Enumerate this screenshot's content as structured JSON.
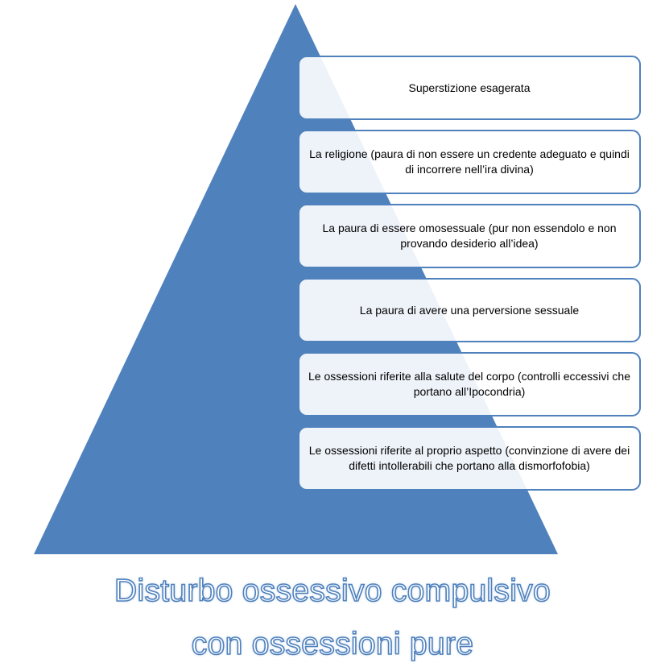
{
  "colors": {
    "triangle": "#4F81BD",
    "box_border": "#4F81BD"
  },
  "levels": [
    "Superstizione esagerata",
    "La religione (paura di non essere un credente adeguato e quindi di incorrere nell’ira divina)",
    "La paura di essere omosessuale (pur non essendolo e non provando desiderio all’idea)",
    "La paura di avere una perversione sessuale",
    "Le ossessioni riferite alla salute del corpo (controlli eccessivi che portano all’Ipocondria)",
    "Le ossessioni riferite al proprio aspetto (convinzione di avere dei difetti intollerabili che portano alla dismorfofobia)"
  ],
  "title": {
    "line1": "Disturbo ossessivo compulsivo",
    "line2": "con ossessioni pure"
  }
}
